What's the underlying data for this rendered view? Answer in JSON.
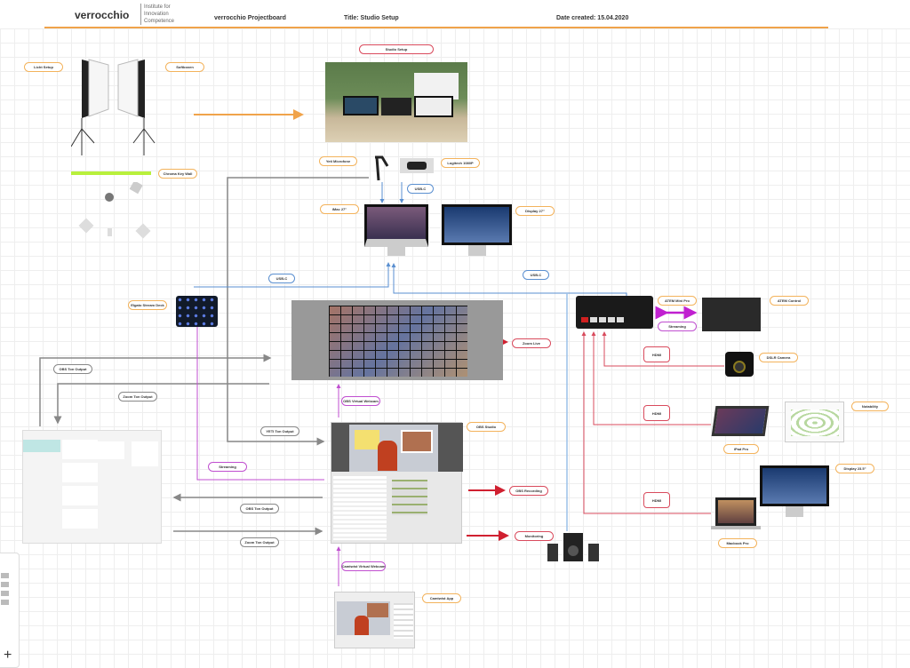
{
  "header": {
    "logo": "verrocchio",
    "institute": [
      "Institute for",
      "Innovation",
      "Competence"
    ],
    "board": "verrocchio Projectboard",
    "title": "Title: Studio Setup",
    "date": "Date created: 15.04.2020"
  },
  "labels": {
    "licht_setup": "Licht Setup",
    "softboxen": "Softboxen",
    "chroma_key": "Chroma Key Wall",
    "studio_setup": "Studio Setup",
    "yeti": "Yeti Microfone",
    "logitech": "Logitech 1080P",
    "usbc1": "USB-C",
    "imac": "iMac 27\"",
    "display27": "Display 27\"",
    "usbc2": "USB-C",
    "usbc3": "USB-C",
    "stream_deck": "Elgato Stream Deck",
    "atem_mini": "ATEM Mini Pro",
    "atem_control": "ATEM Control",
    "streaming_atem": "Streaming",
    "zoom_live": "Zoom Live",
    "hdmi1": "HDMI",
    "hdmi2": "HDMI",
    "hdmi3": "HDMI",
    "dslr": "DSLR Camera",
    "notability": "Notability",
    "ipad": "iPad Pro",
    "display235": "Display 23.5\"",
    "macbook": "Macbook Pro",
    "obs_ton_1": "OBS Ton Output",
    "zoom_ton_1": "Zoom Ton Output",
    "yeti_ton": "YETI Ton Output",
    "streaming_deck": "Streaming",
    "obs_virtual": "OBS Virtual Webcam",
    "obs_studio": "OBS Studio",
    "obs_ton_2": "OBS Ton Output",
    "obs_recording": "OBS Recording",
    "zoom_ton_2": "Zoom Ton Output",
    "monitoring": "Monitoring",
    "camtwist_virtual": "Camtwist Virtual Webcam",
    "camtwist_app": "Camtwist App"
  },
  "toolbar": {
    "add": "+"
  },
  "colors": {
    "orange": "#f0a34a",
    "red": "#d94b5d",
    "blue": "#5a8fd0",
    "purple": "#c04fd0",
    "gray": "#888888",
    "lime": "#b8f03c"
  }
}
